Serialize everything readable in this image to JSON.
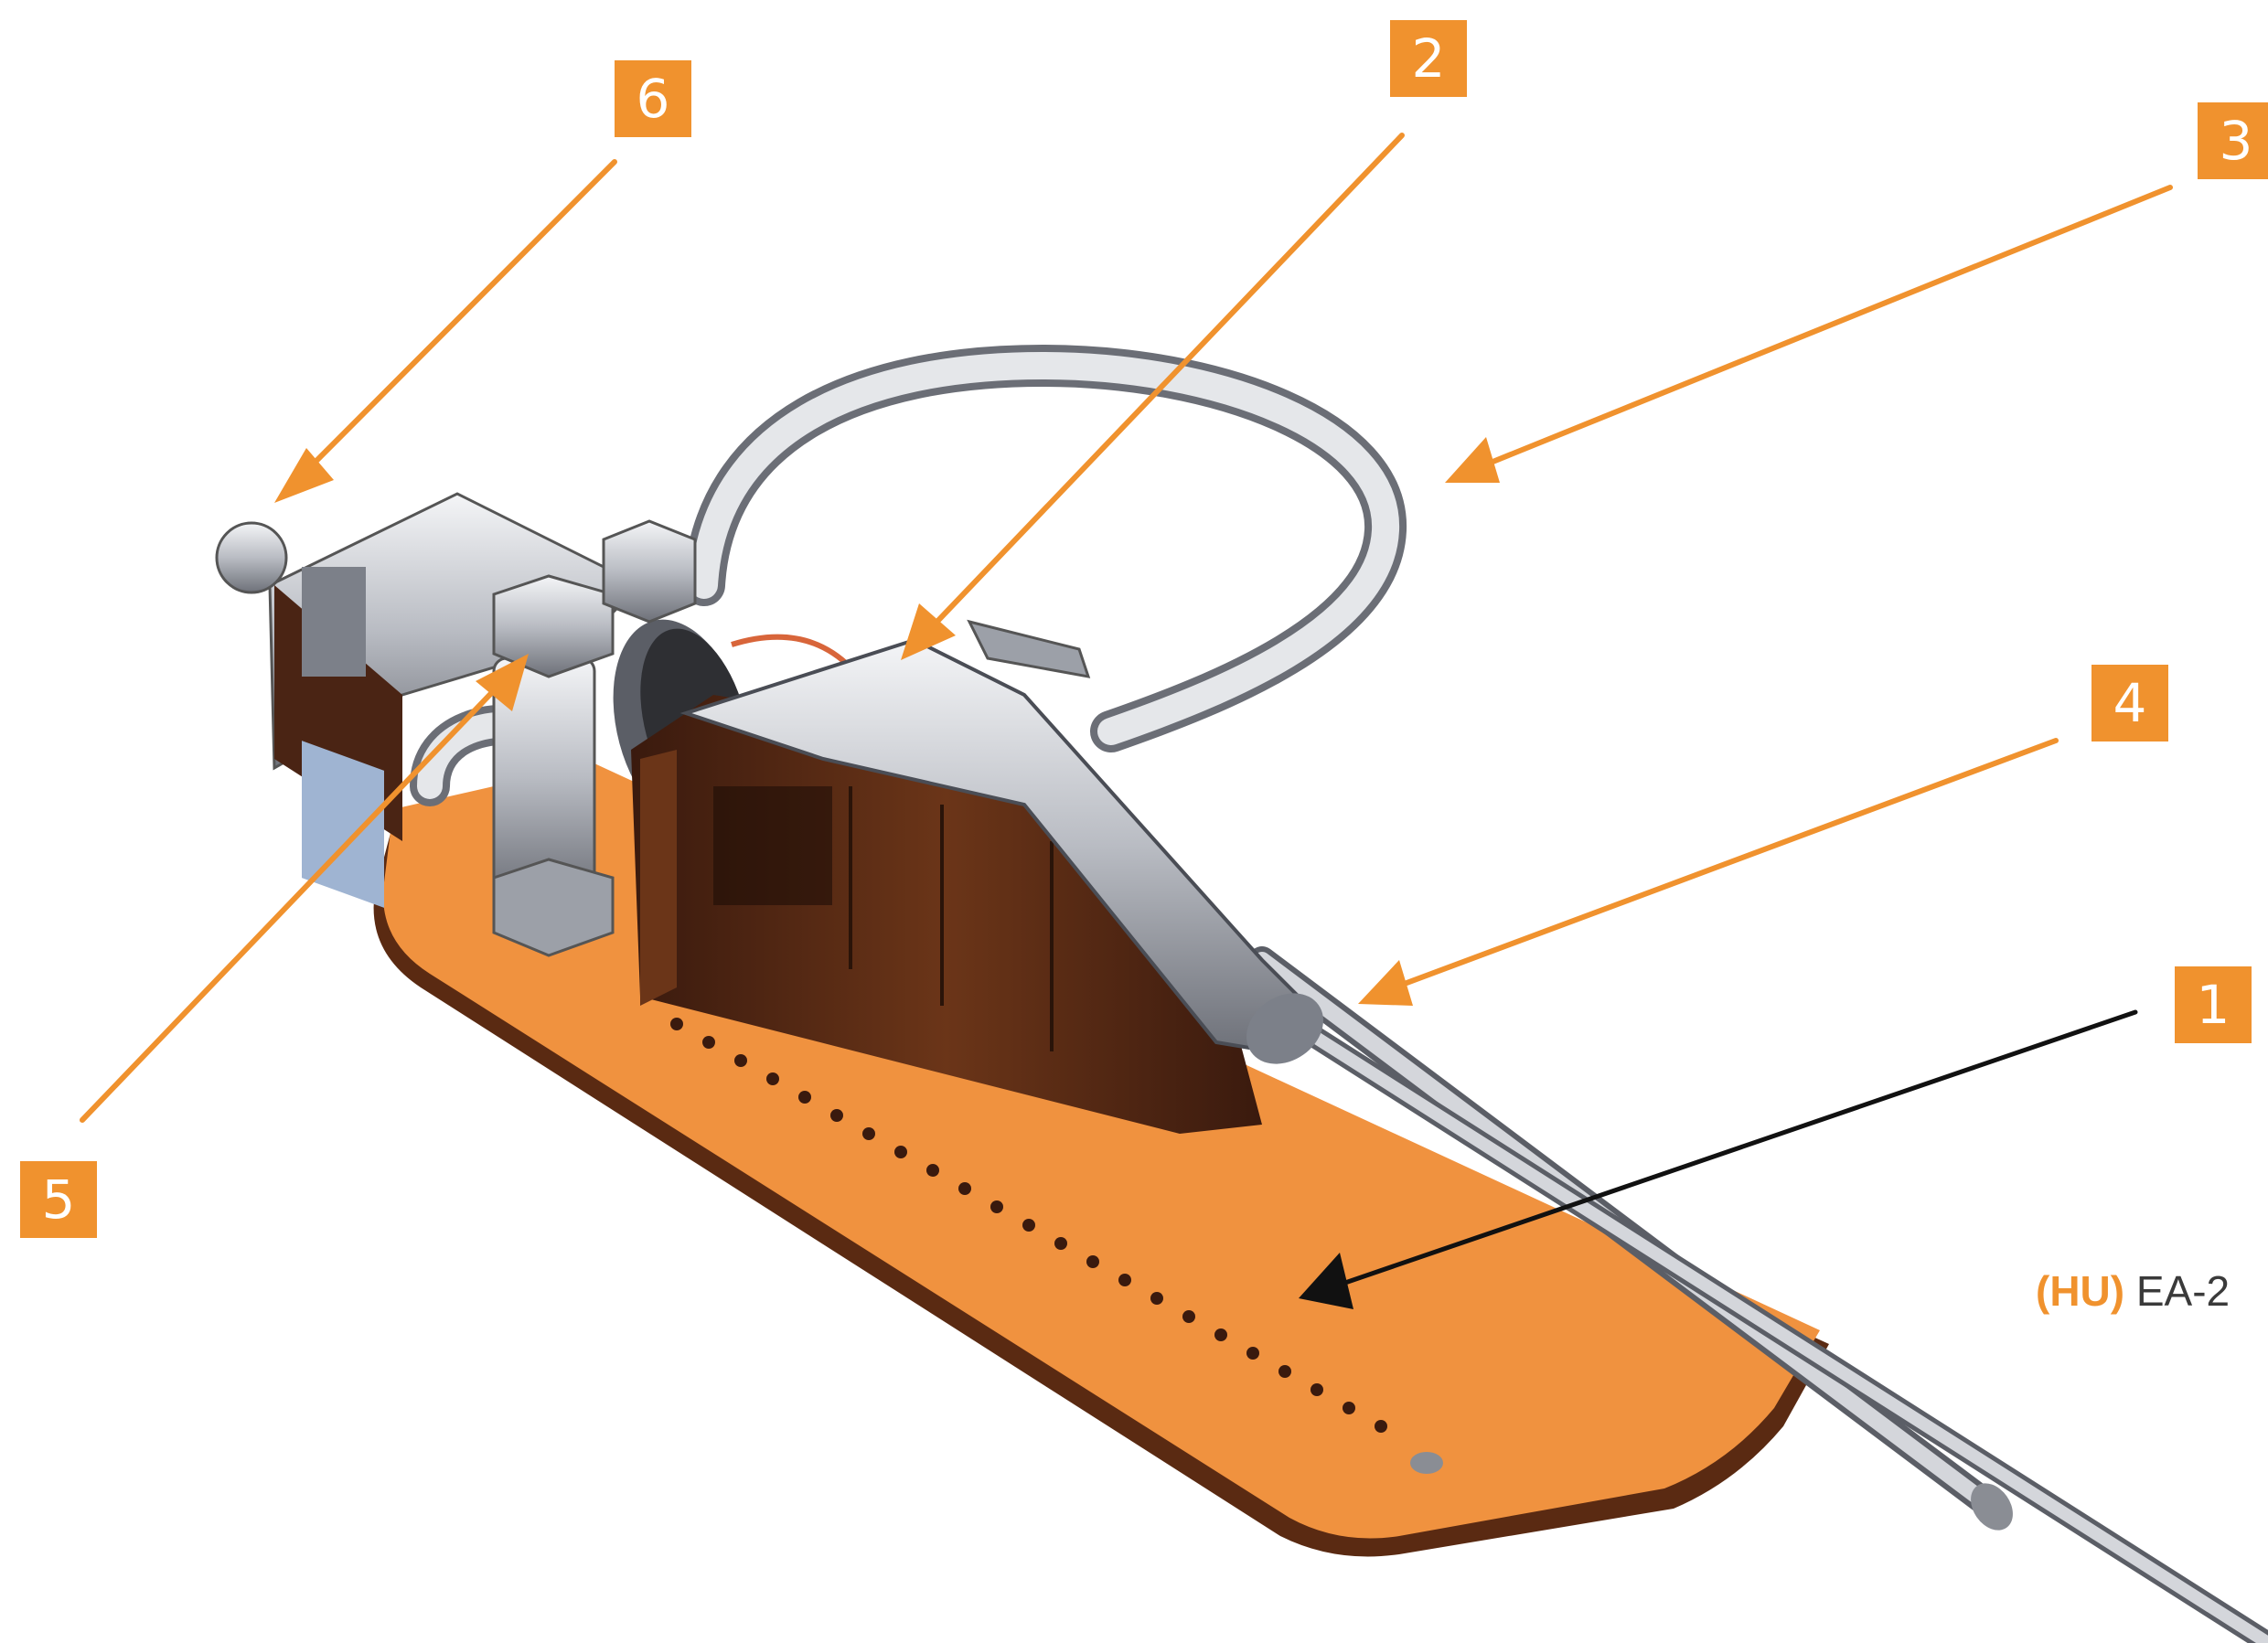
{
  "colors": {
    "accent": "#f0922e",
    "plate": "#f0923f",
    "metal": "#c9ccd2",
    "dark_brown": "#4a2414",
    "leader_black": "#111111"
  },
  "callouts": [
    {
      "id": "1",
      "label": "1"
    },
    {
      "id": "2",
      "label": "2"
    },
    {
      "id": "3",
      "label": "3"
    },
    {
      "id": "4",
      "label": "4"
    },
    {
      "id": "5",
      "label": "5"
    },
    {
      "id": "6",
      "label": "6"
    }
  ],
  "caption": {
    "lang": "(HU)",
    "text": " EA-2"
  }
}
